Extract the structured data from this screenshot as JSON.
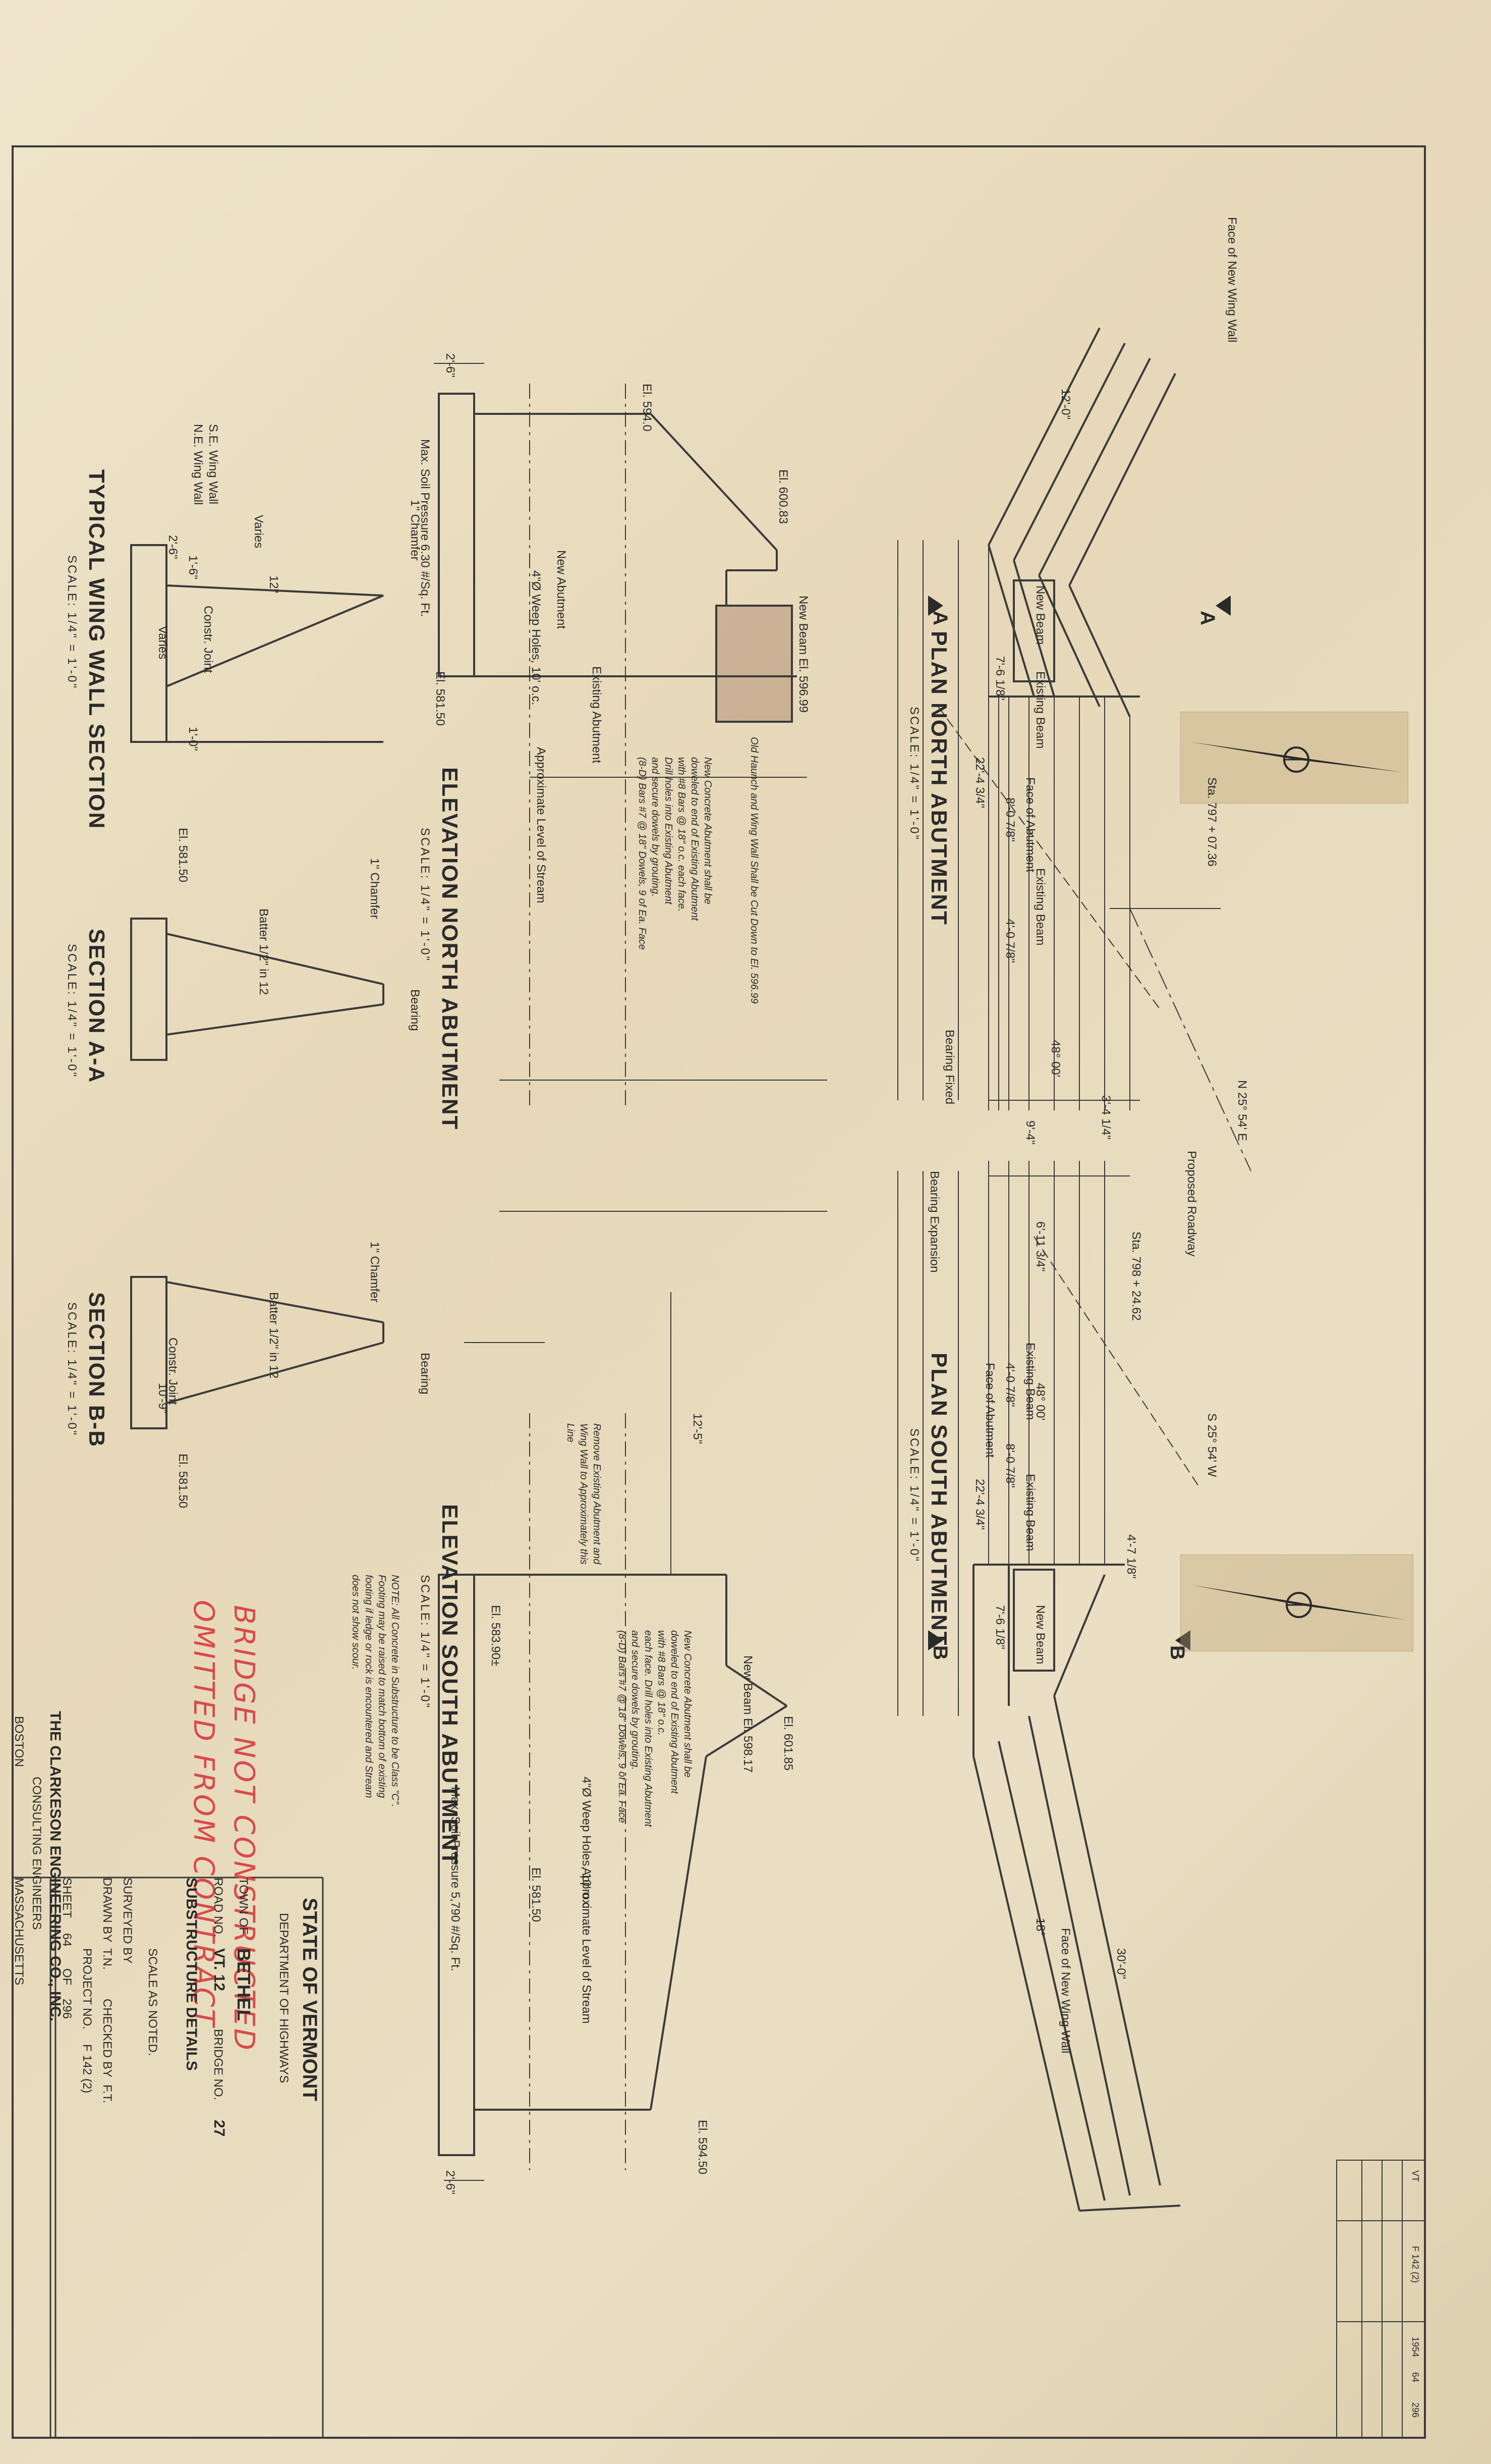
{
  "plan_north": {
    "title": "PLAN NORTH ABUTMENT",
    "scale": "SCALE: 1/4\" = 1'-0\"",
    "labels": [
      "Face of New Wing Wall",
      "New Beam",
      "Existing Beam",
      "Face of Abutment",
      "Existing Beam",
      "Bearing Fixed",
      "48° 00'"
    ],
    "dims": [
      "12'-0\"",
      "22'-4 3/4\"",
      "8'-0 7/8\"",
      "4'-0 7/8\"",
      "7'-6 1/8\"",
      "9'-4\"",
      "3'-4 1/4\""
    ],
    "station": "Sta. 797 + 07.36"
  },
  "plan_south": {
    "title": "PLAN SOUTH ABUTMENT",
    "scale": "SCALE: 1/4\" = 1'-0\"",
    "labels": [
      "Existing Beam",
      "Face of Abutment",
      "Existing Beam",
      "New Beam",
      "Face of New Wing Wall",
      "Bearing Expansion",
      "48° 00'",
      "18°"
    ],
    "dims": [
      "6'-11 3/4\"",
      "4'-0 7/8\"",
      "8'-0 7/8\"",
      "22'-4 3/4\"",
      "7'-6 1/8\"",
      "30'-0\"",
      "4'-7 1/8\""
    ],
    "station": "Sta. 798 + 24.62"
  },
  "roadway": {
    "proposed": "Proposed Roadway",
    "bearing_north": "N 25° 54' E",
    "bearing_south": "S 25° 54' W"
  },
  "section_arrows": [
    "A",
    "A",
    "B",
    "B"
  ],
  "elev_north": {
    "title": "ELEVATION NORTH ABUTMENT",
    "scale": "SCALE: 1/4\" = 1'-0\"",
    "el_top": "El. 594.0",
    "el_a": "El. 600.83",
    "el_beam": "New Beam El. 596.99",
    "el_bottom": "El. 581.50",
    "pressure": "Max. Soil Pressure 6.30 #/Sq. Ft.",
    "chamfer": "1\" Chamfer",
    "weep": "4\"Ø Weep Holes, 10' o.c.",
    "new_abutment": "New Abutment",
    "existing_abutment": "Existing Abutment",
    "stream": "Approximate Level of Stream",
    "haunch": "Old Haunch and Wing Wall Shall be Cut Down to El. 596.99",
    "note": [
      "New Concrete Abutment shall be",
      "doweled to end of Existing Abutment",
      "with #8 Bars @ 18\" o.c. each face.",
      "Drill holes into Existing Abutment",
      "and secure dowels by grouting.",
      "(8-D) Bars #7 @ 18\" Dowels, 9 of Ea. Face"
    ],
    "width": "2'-6\""
  },
  "elev_south": {
    "title": "ELEVATION SOUTH ABUTMENT",
    "scale": "SCALE: 1/4\" = 1'-0\"",
    "el_top": "El. 601.85",
    "el_beam": "New Beam El. 598.17",
    "el_bottom": "El. 581.50",
    "el_mid": "El. 583.90±",
    "el_right": "El. 594.50",
    "pressure": "Max. Soil Pressure 5,790 #/Sq. Ft.",
    "remove": [
      "Remove Existing Abutment and",
      "Wing Wall to Approximately this",
      "Line"
    ],
    "note": [
      "New Concrete Abutment shall be",
      "doweled to end of Existing Abutment",
      "with #8 Bars @ 18\" o.c.",
      "each face. Drill holes into Existing Abutment",
      "and secure dowels by grouting.",
      "(8-D) Bars #7 @ 18\" Dowels, 9 of Ea. Face"
    ],
    "weep": "4\"Ø Weep Holes, 10' o.c.",
    "stream": "Approximate Level of Stream",
    "dim": "12'-5\"",
    "width": "2'-6\""
  },
  "general_note": [
    "NOTE: All Concrete in Substructure to be Class \"C\".",
    "Footing may be raised to match bottom of existing",
    "footing if ledge or rock is encountered and Stream",
    "does not show scour."
  ],
  "wing_section": {
    "title": "TYPICAL WING WALL SECTION",
    "scale": "SCALE: 1/4\" = 1'-0\"",
    "labels": [
      "S.E. Wing Wall",
      "N.E. Wing Wall",
      "Varies",
      "Constr. Joint",
      "Varies"
    ],
    "dims": [
      "2'-6\"",
      "1'-6\"",
      "1'-0\"",
      "12\""
    ]
  },
  "section_aa": {
    "title": "SECTION A-A",
    "scale": "SCALE: 1/4\" = 1'-0\"",
    "labels": [
      "Batter 1/2\" in 12",
      "1\" Chamfer",
      "Bearing"
    ],
    "el": "El. 581.50"
  },
  "section_bb": {
    "title": "SECTION B-B",
    "scale": "SCALE: 1/4\" = 1'-0\"",
    "labels": [
      "Batter 1/2\" in 12",
      "Constr. Joint",
      "1\" Chamfer",
      "Bearing"
    ],
    "el": "El. 581.50",
    "dim": "10'-9\""
  },
  "stamp": [
    "BRIDGE NOT CONSTRUCTED",
    "OMITTED FROM CONTRACT"
  ],
  "firm": {
    "name": "THE CLARKESON ENGINEERING CO., INC.",
    "sub": "CONSULTING ENGINEERS",
    "city": "BOSTON",
    "state": "MASSACHUSETTS"
  },
  "title_block": {
    "state": "STATE OF VERMONT",
    "dept": "DEPARTMENT OF HIGHWAYS",
    "town_label": "TOWN OF",
    "town": "BETHEL",
    "road_label": "ROAD NO.",
    "road": "VT. 12",
    "bridge_label": "BRIDGE NO.",
    "bridge": "27",
    "subject": "SUBSTRUCTURE DETAILS",
    "scale": "SCALE AS NOTED.",
    "surveyed": "SURVEYED BY",
    "drawn_label": "DRAWN BY",
    "drawn": "T.N.",
    "checked_label": "CHECKED BY",
    "checked": "F.T.",
    "project_label": "PROJECT NO.",
    "project": "F 142 (2)",
    "sheet_label": "SHEET",
    "sheet": "64",
    "of_label": "OF",
    "total": "296"
  },
  "corner_box": {
    "cells": [
      "VT",
      "F 142 (2)",
      "1954",
      "64",
      "296"
    ]
  }
}
